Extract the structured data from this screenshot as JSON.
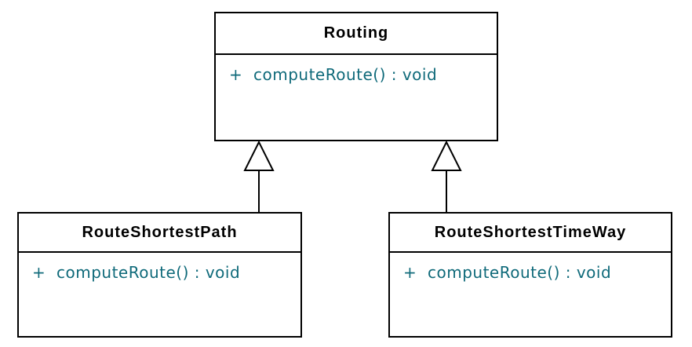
{
  "diagram_type": "uml-class-diagram",
  "colors": {
    "background": "#ffffff",
    "border": "#000000",
    "class_name_text": "#000000",
    "member_text": "#0f6a7a"
  },
  "classes": [
    {
      "name": "Routing",
      "members": [
        {
          "visibility": "+",
          "signature": "computeRoute() : void"
        }
      ]
    },
    {
      "name": "RouteShortestPath",
      "members": [
        {
          "visibility": "+",
          "signature": "computeRoute() : void"
        }
      ]
    },
    {
      "name": "RouteShortestTimeWay",
      "members": [
        {
          "visibility": "+",
          "signature": "computeRoute() : void"
        }
      ]
    }
  ],
  "relations": [
    {
      "type": "generalization",
      "from": "RouteShortestPath",
      "to": "Routing"
    },
    {
      "type": "generalization",
      "from": "RouteShortestTimeWay",
      "to": "Routing"
    }
  ]
}
